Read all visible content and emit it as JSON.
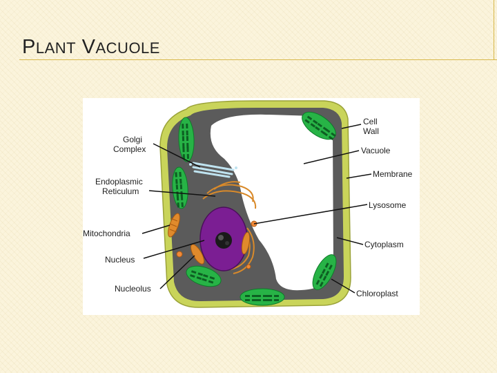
{
  "title": {
    "first_cap": "P",
    "first_rest": "LANT",
    "second_cap": "V",
    "second_rest": "ACUOLE"
  },
  "diagram": {
    "labels": {
      "cell_wall_line1": "Cell",
      "cell_wall_line2": "Wall",
      "vacuole": "Vacuole",
      "membrane": "Membrane",
      "lysosome": "Lysosome",
      "cytoplasm": "Cytoplasm",
      "chloroplast": "Chloroplast",
      "golgi_line1": "Golgi",
      "golgi_line2": "Complex",
      "er_line1": "Endoplasmic",
      "er_line2": "Reticulum",
      "mitochondria": "Mitochondria",
      "nucleus": "Nucleus",
      "nucleolus": "Nucleolus"
    },
    "colors": {
      "cell_wall": "#c9d45a",
      "cytoplasm": "#5b5b5b",
      "vacuole": "#ffffff",
      "chloroplast": "#27b346",
      "nucleus": "#7b1e93",
      "mitochondria": "#e08a2c",
      "golgi": "#bfe3f0"
    }
  }
}
